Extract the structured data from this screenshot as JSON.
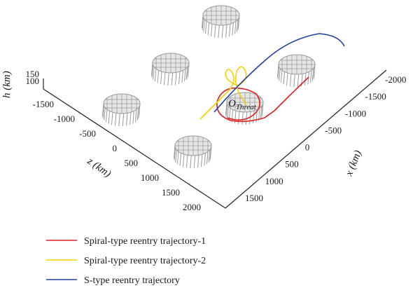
{
  "chart_data": {
    "type": "line",
    "projection": "3d",
    "title": "",
    "axes": {
      "h": {
        "label": "h (km)",
        "ticks": [
          100,
          150
        ],
        "ylim": [
          100,
          150
        ]
      },
      "z": {
        "label": "z (km)",
        "ticks": [
          -1500,
          -1000,
          -500,
          0,
          500,
          1000,
          1500,
          2000
        ],
        "lim": [
          -1500,
          2000
        ]
      },
      "x": {
        "label": "x (km)",
        "ticks": [
          -2000,
          -1500,
          -1000,
          -500,
          0,
          500,
          1000,
          1500
        ],
        "lim": [
          -2000,
          1500
        ]
      }
    },
    "annotation": {
      "main": "O",
      "sub": "Threat"
    },
    "series": [
      {
        "name": "Spiral-type reentry trajectory-1",
        "color": "#e02020"
      },
      {
        "name": "Spiral-type reentry trajectory-2",
        "color": "#f5d000"
      },
      {
        "name": "S-type reentry trajectory",
        "color": "#1f3f9f"
      }
    ],
    "obstacles": {
      "count": 6,
      "color": "#9a9a9a"
    }
  }
}
